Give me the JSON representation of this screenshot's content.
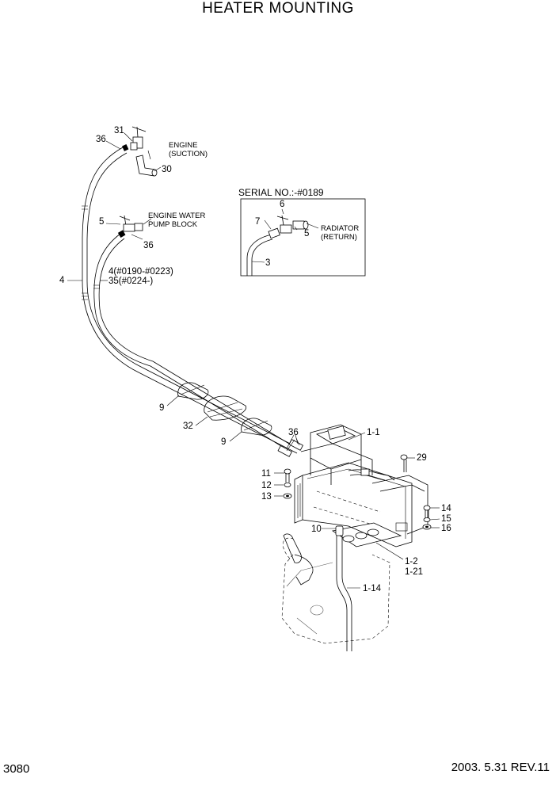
{
  "title": "HEATER MOUNTING",
  "page_number": "3080",
  "revision": "2003. 5.31 REV.11",
  "serial_note": "SERIAL NO.:-#0189",
  "callouts": {
    "c31": "31",
    "c36a": "36",
    "c30": "30",
    "engine_suction_1": "ENGINE",
    "engine_suction_2": "(SUCTION)",
    "c5a": "5",
    "c36b": "36",
    "pump_1": "ENGINE WATER",
    "pump_2": "PUMP BLOCK",
    "c4": "4",
    "hose_4": "4(#0190-#0223)",
    "hose_35": "35(#0224-)",
    "c6": "6",
    "c7": "7",
    "c5b": "5",
    "c3": "3",
    "radiator_1": "RADIATOR",
    "radiator_2": "(RETURN)",
    "c9a": "9",
    "c32": "32",
    "c9b": "9",
    "c36c": "36",
    "c1_1": "1-1",
    "c29": "29",
    "c11": "11",
    "c12": "12",
    "c13": "13",
    "c14": "14",
    "c15": "15",
    "c16": "16",
    "c10": "10",
    "c1_2": "1-2",
    "c1_21": "1-21",
    "c1_14": "1-14"
  }
}
